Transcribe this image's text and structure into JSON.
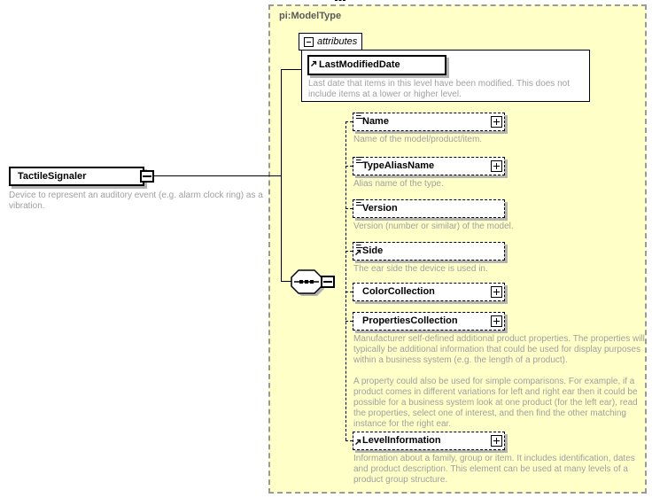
{
  "diagram": {
    "type_label": "pi:ModelType",
    "root": {
      "name": "TactileSignaler",
      "description": "Device to represent an auditory event (e.g. alarm clock ring) as a vibration."
    },
    "attributes_section": {
      "label": "attributes",
      "items": [
        {
          "name": "LastModifiedDate",
          "description": "Last date that items in this level have been modified. This does not include items at a lower or higher level."
        }
      ]
    },
    "children": [
      {
        "name": "Name",
        "description": "Name of the model/product/item."
      },
      {
        "name": "TypeAliasName",
        "description": "Alias name of the type."
      },
      {
        "name": "Version",
        "description": "Version (number or similar) of the model."
      },
      {
        "name": "Side",
        "description": "The ear side the device is used in."
      },
      {
        "name": "ColorCollection",
        "description": ""
      },
      {
        "name": "PropertiesCollection",
        "description": "Manufacturer self-defined additional product properties.  The properties will typically be additional information that could be used for display purposes within a business system (e.g. the length of a product).\n\nA property could also be used for simple comparisons.  For example, if a product comes in different variations for left and right ear then it could be possible for a business system look at one product (for the left ear), read the properties, select one of interest, and then find the other matching instance for the right ear."
      },
      {
        "name": "LevelInformation",
        "description": "Information about a family, group or item. It includes identification, dates and product description. This element can be used at many levels of a product group structure."
      }
    ],
    "colors": {
      "container_background": "#ffffc8",
      "description_text": "#a0a0a0",
      "shadow": "#b3b3b3"
    }
  }
}
